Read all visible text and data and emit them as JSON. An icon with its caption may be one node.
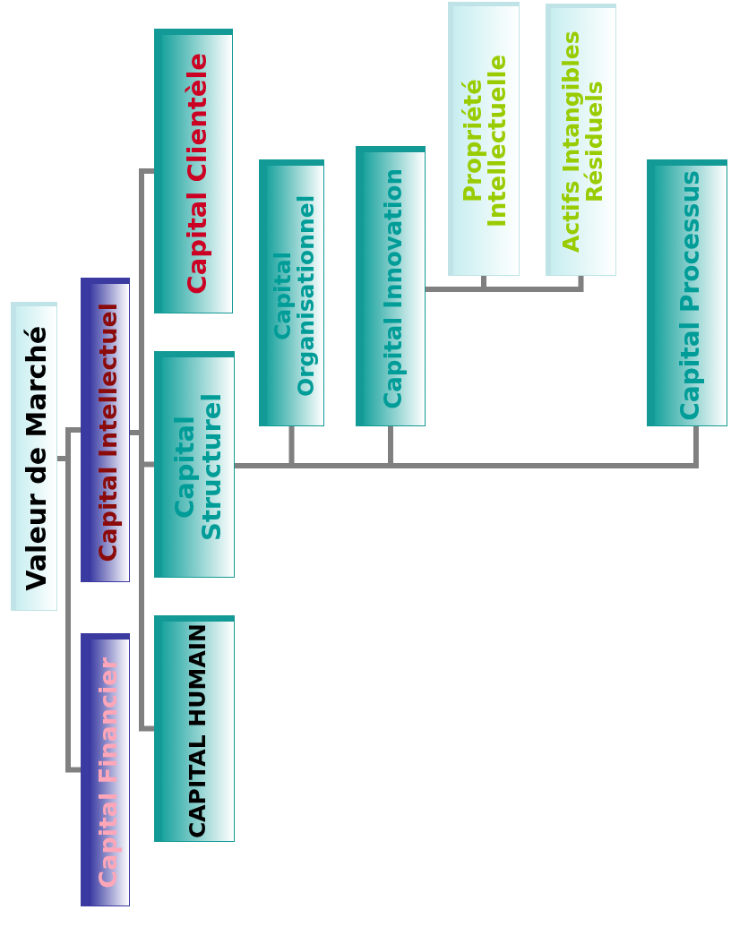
{
  "diagram": {
    "nodes": [
      {
        "text": [
          "Valeur de Marché"
        ]
      },
      {
        "text": [
          "Capital Financier"
        ]
      },
      {
        "text": [
          "Capital Intellectuel"
        ]
      },
      {
        "text": [
          "Capital Clientèle"
        ]
      },
      {
        "text": [
          "Capital Structurel"
        ]
      },
      {
        "text": [
          "CAPITAL HUMAIN"
        ]
      },
      {
        "text": [
          "Capital Organisationnel"
        ]
      },
      {
        "text": [
          "Capital Innovation"
        ]
      },
      {
        "text": [
          "Capital Processus"
        ]
      },
      {
        "text": [
          "Propriété Intellectuelle"
        ]
      },
      {
        "text": [
          "Actifs Intangibles Résiduels"
        ]
      }
    ],
    "edges": [
      {
        "from": 0,
        "to": 1,
        "arrow": "none"
      },
      {
        "from": 0,
        "to": 2,
        "arrow": "none"
      },
      {
        "from": 2,
        "to": 3,
        "arrow": "none"
      },
      {
        "from": 2,
        "to": 4,
        "arrow": "none"
      },
      {
        "from": 2,
        "to": 5,
        "arrow": "none"
      },
      {
        "from": 4,
        "to": 6,
        "arrow": "none"
      },
      {
        "from": 4,
        "to": 7,
        "arrow": "none"
      },
      {
        "from": 4,
        "to": 8,
        "arrow": "none"
      },
      {
        "from": 7,
        "to": 9,
        "arrow": "none"
      },
      {
        "from": 7,
        "to": 10,
        "arrow": "none"
      }
    ]
  }
}
